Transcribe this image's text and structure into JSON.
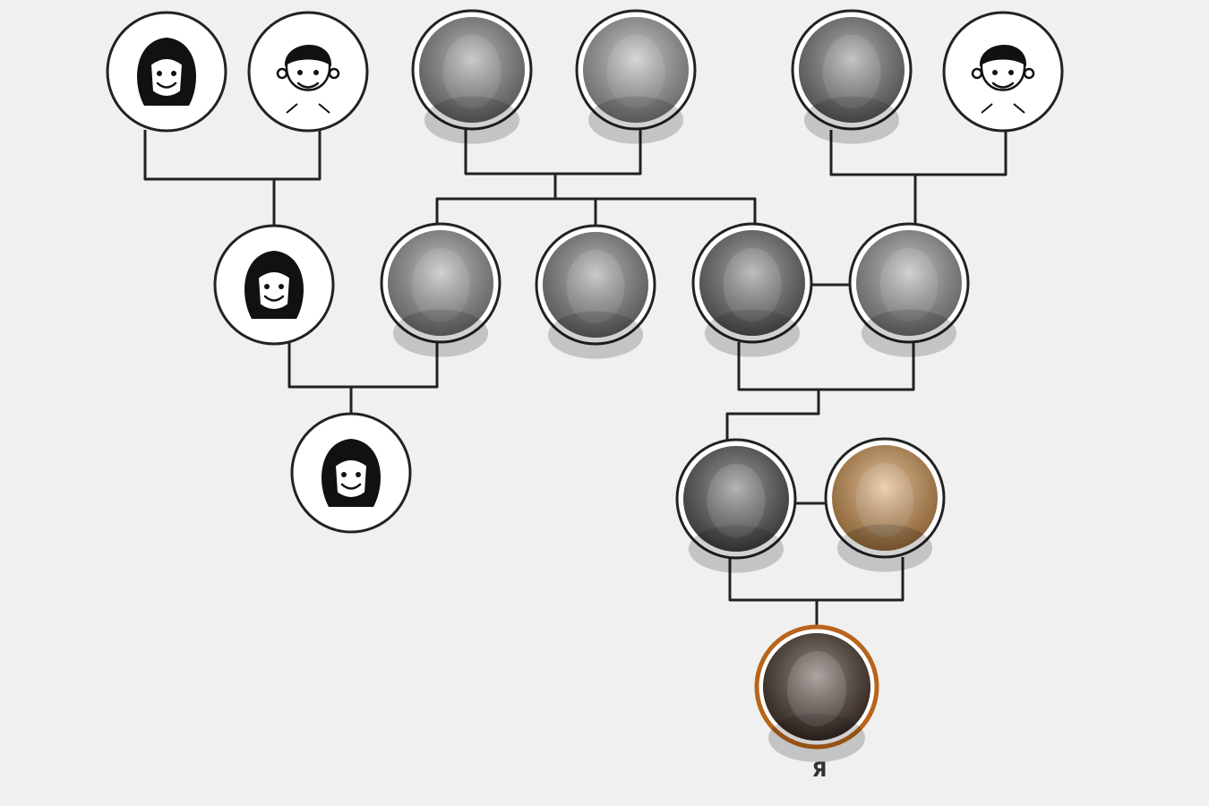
{
  "me_label": "Я",
  "colors": {
    "background": "#f0f0f0",
    "line": "#222222",
    "ring": "#222222",
    "highlight_ring": "#b8641a"
  },
  "nodes": [
    {
      "id": "gen1-a-mother",
      "kind": "female-icon"
    },
    {
      "id": "gen1-a-father",
      "kind": "male-icon"
    },
    {
      "id": "gen1-b-grandmother",
      "kind": "photo",
      "tone": "#8d8d8d"
    },
    {
      "id": "gen1-b-grandfather",
      "kind": "photo",
      "tone": "#a8a8a8"
    },
    {
      "id": "gen1-c-grandmother",
      "kind": "photo",
      "tone": "#7e7e7e"
    },
    {
      "id": "gen1-c-grandfather",
      "kind": "male-icon"
    },
    {
      "id": "gen2-daughter",
      "kind": "female-icon"
    },
    {
      "id": "gen2-son-1",
      "kind": "photo",
      "tone": "#9a9a9a"
    },
    {
      "id": "gen2-daughter-2",
      "kind": "photo",
      "tone": "#8a8a8a"
    },
    {
      "id": "gen2-son-2",
      "kind": "photo",
      "tone": "#6f6f6f"
    },
    {
      "id": "gen2-spouse",
      "kind": "photo",
      "tone": "#9c9c9c"
    },
    {
      "id": "gen3-cousin",
      "kind": "female-icon"
    },
    {
      "id": "gen3-mother",
      "kind": "photo",
      "tone": "#5a5a5a"
    },
    {
      "id": "gen3-father",
      "kind": "photo",
      "tone": "#d89a55"
    },
    {
      "id": "gen4-me",
      "kind": "photo",
      "tone": "#4b3a30",
      "highlight": true
    }
  ]
}
